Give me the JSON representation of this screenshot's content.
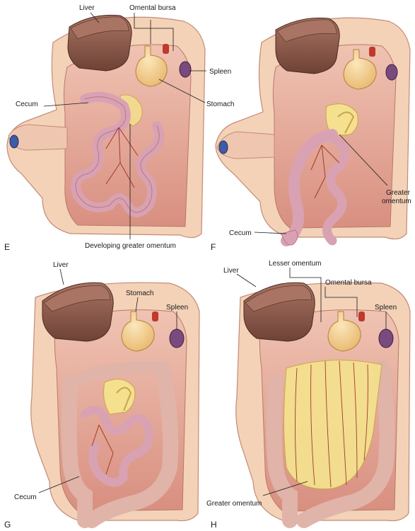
{
  "panels": [
    {
      "letter": "E",
      "labels": {
        "liver": "Liver",
        "omental_bursa": "Omental bursa",
        "spleen": "Spleen",
        "stomach": "Stomach",
        "cecum": "Cecum",
        "developing_greater_omentum": "Developing greater omentum"
      }
    },
    {
      "letter": "F",
      "labels": {
        "greater_omentum_line1": "Greater",
        "greater_omentum_line2": "omentum",
        "cecum": "Cecum"
      }
    },
    {
      "letter": "G",
      "labels": {
        "liver": "Liver",
        "stomach": "Stomach",
        "spleen": "Spleen",
        "cecum": "Cecum"
      }
    },
    {
      "letter": "H",
      "labels": {
        "liver": "Liver",
        "lesser_omentum": "Lesser omentum",
        "omental_bursa": "Omental bursa",
        "spleen": "Spleen",
        "greater_omentum": "Greater omentum"
      }
    }
  ],
  "colors": {
    "body_wall": "#f3d2b8",
    "body_wall_dark": "#d79a86",
    "cavity": "#e6a79a",
    "liver": "#8c5a4a",
    "liver_top": "#a97463",
    "stomach": "#f6d38f",
    "spleen": "#7a4a7e",
    "intestine": "#d9a2b2",
    "omentum": "#f4e08e",
    "vessel": "#a23a2a",
    "kidney_blue": "#3d5ba6"
  }
}
